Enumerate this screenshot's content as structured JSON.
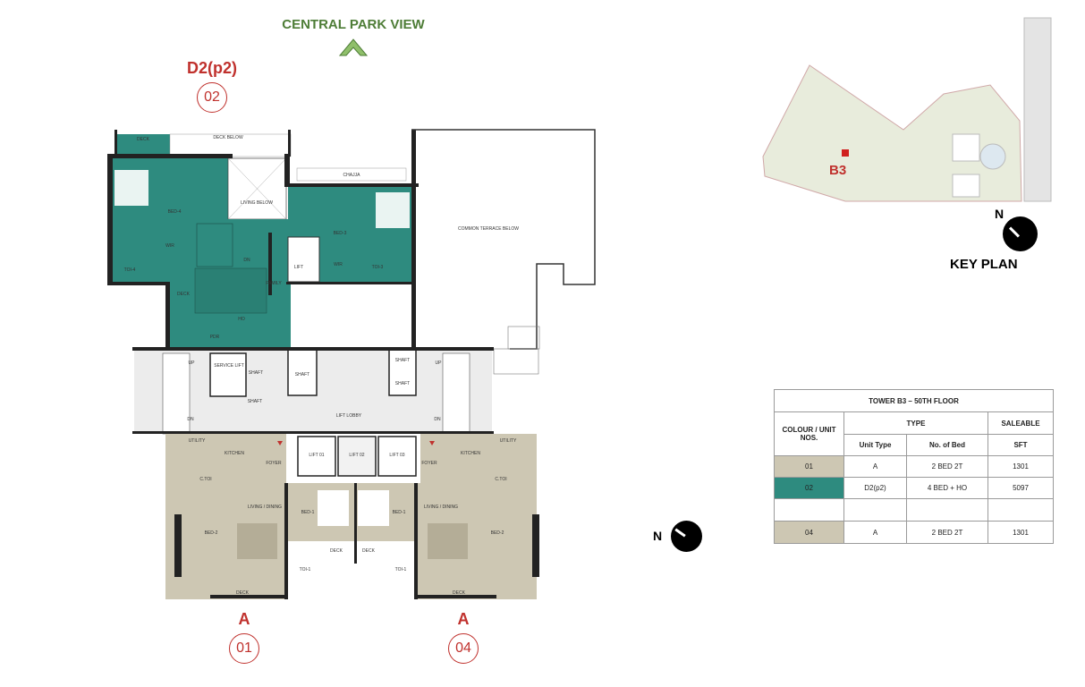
{
  "header": {
    "title": "CENTRAL PARK VIEW",
    "view_arrow_icon": "chevron-up-icon"
  },
  "units": {
    "top": {
      "type": "D2(p2)",
      "number": "02"
    },
    "bottom_left": {
      "type": "A",
      "number": "01"
    },
    "bottom_right": {
      "type": "A",
      "number": "04"
    }
  },
  "colors": {
    "unit_a": "#cdc7b3",
    "unit_d2": "#2e8b7f",
    "lobby": "#ececec",
    "label_red": "#c0312d",
    "title_green": "#4e7d37"
  },
  "rooms": {
    "deck_top": "DECK",
    "deck_below": "DECK BELOW",
    "living_below": "LIVING BELOW",
    "chajja": "CHAJJA",
    "bed4": "BED-4",
    "bed3": "BED-3",
    "toi4": "TOI-4",
    "toi3": "TOI-3",
    "wir1": "WIR",
    "wir2": "WIR",
    "dn": "DN",
    "lift": "LIFT",
    "family": "FAMILY",
    "deck_mid": "DECK",
    "ho": "HO",
    "pdr": "PDR",
    "terrace": "COMMON TERRACE BELOW",
    "service_lift": "SERVICE LIFT",
    "shaft1": "SHAFT",
    "shaft2": "SHAFT",
    "shaft3": "SHAFT",
    "shaft4": "SHAFT",
    "shaft5": "SHAFT",
    "up_l": "UP",
    "dn_l": "DN",
    "up_r": "UP",
    "dn_r": "DN",
    "lift_lobby": "LIFT LOBBY",
    "lift01": "LIFT 01",
    "lift02": "LIFT 02",
    "lift03": "LIFT 03",
    "utility_l": "UTILITY",
    "kitchen_l": "KITCHEN",
    "foyer_l": "FOYER",
    "ctoi_l": "C.TOI",
    "living_l": "LIVING / DINING",
    "bed1_l": "BED-1",
    "bed2_l": "BED-2",
    "deck_l1": "DECK",
    "deck_l2": "DECK",
    "toi1_l": "TOI-1",
    "utility_r": "UTILITY",
    "kitchen_r": "KITCHEN",
    "foyer_r": "FOYER",
    "ctoi_r": "C.TOI",
    "living_r": "LIVING / DINING",
    "bed1_r": "BED-1",
    "bed2_r": "BED-2",
    "deck_r1": "DECK",
    "deck_r2": "DECK",
    "toi1_r": "TOI-1"
  },
  "key_plan": {
    "title": "KEY PLAN",
    "tower_label": "B3",
    "north": "N"
  },
  "plan_compass": {
    "north": "N"
  },
  "table": {
    "title": "TOWER B3 – 50TH FLOOR",
    "headers": {
      "colour_unit": "COLOUR / UNIT NOS.",
      "type": "TYPE",
      "saleable": "SALEABLE",
      "unit_type": "Unit Type",
      "no_of_bed": "No. of Bed",
      "sft": "SFT"
    },
    "rows": [
      {
        "unit": "01",
        "unit_type": "A",
        "beds": "2 BED  2T",
        "sft": "1301",
        "color": "#cdc7b3"
      },
      {
        "unit": "02",
        "unit_type": "D2(p2)",
        "beds": "4 BED + HO",
        "sft": "5097",
        "color": "#2e8b7f"
      },
      {
        "unit": "",
        "unit_type": "",
        "beds": "",
        "sft": "",
        "color": "#ffffff"
      },
      {
        "unit": "04",
        "unit_type": "A",
        "beds": "2 BED  2T",
        "sft": "1301",
        "color": "#cdc7b3"
      }
    ]
  }
}
